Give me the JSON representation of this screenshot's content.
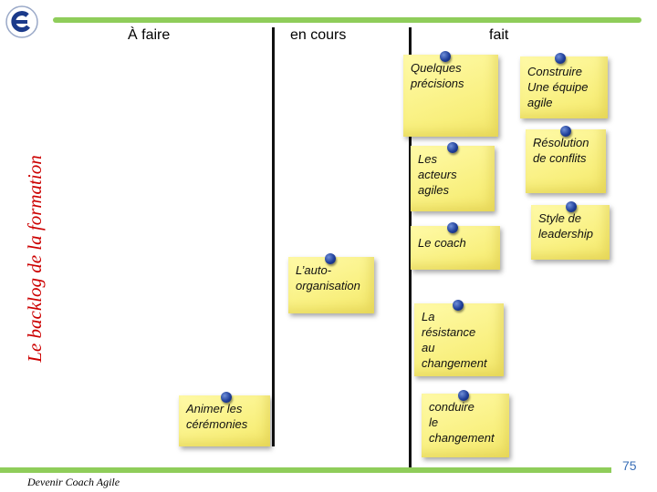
{
  "columns": {
    "todo": "À faire",
    "in_progress": "en cours",
    "done": "fait"
  },
  "side_title": "Le backlog de la formation",
  "notes": {
    "quelques": "Quelques\nprécisions",
    "acteurs": "Les\nacteurs\nagiles",
    "coach": "Le coach",
    "autoorg": "L’auto-\norganisation",
    "resistance": "La\nrésistance\nau\nchangement",
    "conduire": "conduire\nle\nchangement",
    "ceremonies": "Animer les\ncérémonies",
    "equipe": "Construire\nUne équipe\nagile",
    "conflits": "Résolution\nde conflits",
    "leadership": "Style de\nleadership"
  },
  "footer": "Devenir Coach Agile",
  "page_number": "75",
  "colors": {
    "accent_bar": "#8fcd5a",
    "title": "#cc0000",
    "note": "#f8ef7c",
    "pin": "#1f3f9a"
  },
  "icons": {
    "logo": "company-logo-icon",
    "pin": "push-pin-icon"
  }
}
